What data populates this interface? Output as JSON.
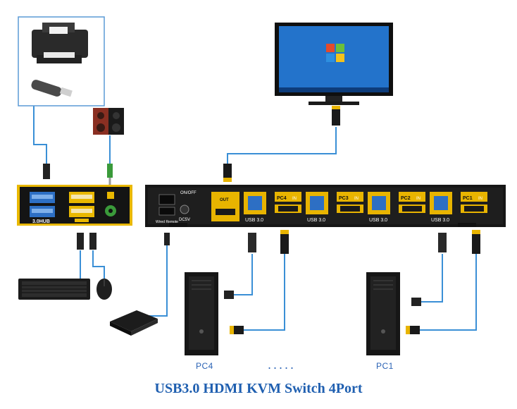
{
  "title": "USB3.0 HDMI KVM Switch 4Port",
  "hub_label": "3.0HUB",
  "switch": {
    "on_off": "ON/OFF",
    "power": "DC5V",
    "wired_remote": "Wired Remote",
    "out": "OUT",
    "usb": "USB 3.0",
    "in": "IN",
    "ports": [
      "PC4",
      "PC3",
      "PC2",
      "PC1"
    ]
  },
  "pc_left": "PC4",
  "pc_right": "PC1",
  "ellipsis": ".....",
  "colors": {
    "cable": "#3a8fd6",
    "gold": "#e8b400",
    "device": "#1c1c1c",
    "caption": "#1f5fb0"
  }
}
